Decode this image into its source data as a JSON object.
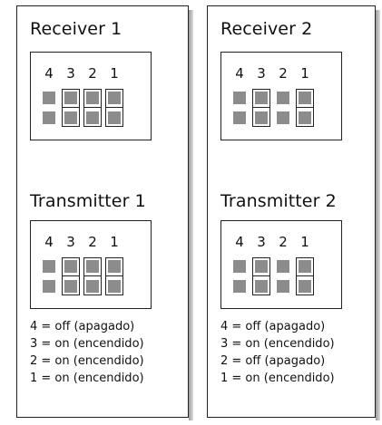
{
  "panels": [
    {
      "receiver_title": "Receiver 1",
      "transmitter_title": "Transmitter 1",
      "receiver_switches": [
        {
          "label": "4",
          "on": false
        },
        {
          "label": "3",
          "on": true
        },
        {
          "label": "2",
          "on": true
        },
        {
          "label": "1",
          "on": true
        }
      ],
      "transmitter_switches": [
        {
          "label": "4",
          "on": false
        },
        {
          "label": "3",
          "on": true
        },
        {
          "label": "2",
          "on": true
        },
        {
          "label": "1",
          "on": true
        }
      ],
      "legend": [
        "4 = off (apagado)",
        "3 = on (encendido)",
        "2 = on (encendido)",
        "1 = on (encendido)"
      ]
    },
    {
      "receiver_title": "Receiver 2",
      "transmitter_title": "Transmitter 2",
      "receiver_switches": [
        {
          "label": "4",
          "on": false
        },
        {
          "label": "3",
          "on": true
        },
        {
          "label": "2",
          "on": false
        },
        {
          "label": "1",
          "on": true
        }
      ],
      "transmitter_switches": [
        {
          "label": "4",
          "on": false
        },
        {
          "label": "3",
          "on": true
        },
        {
          "label": "2",
          "on": false
        },
        {
          "label": "1",
          "on": true
        }
      ],
      "legend": [
        "4 = off (apagado)",
        "3 = on (encendido)",
        "2 = off (apagado)",
        "1 = on (encendido)"
      ]
    }
  ],
  "colors": {
    "switch_fill": "#8c8c8c",
    "border": "#222222"
  }
}
